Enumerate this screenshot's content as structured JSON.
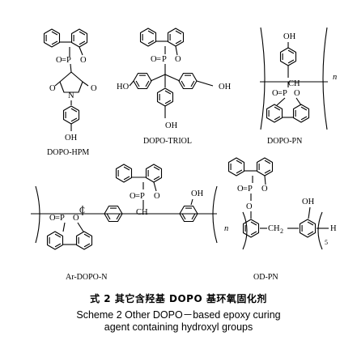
{
  "compounds": [
    {
      "name": "DOPO-HPM"
    },
    {
      "name": "DOPO-TRIOL"
    },
    {
      "name": "DOPO-PN"
    },
    {
      "name": "Ar-DOPO-N"
    },
    {
      "name": "OD-PN"
    }
  ],
  "atoms": {
    "O": "O",
    "P": "P",
    "N": "N",
    "OH": "OH",
    "HO": "HO",
    "H": "H",
    "C": "C",
    "double_bond": "=",
    "CH": "CH",
    "n": "n",
    "five": "5",
    "two": "2"
  },
  "caption": {
    "chinese": "式 2   其它含羟基 DOPO 基环氧固化剂",
    "english_line1": "Scheme 2   Other DOPO－based epoxy curing",
    "english_line2": "agent containing hydroxyl groups"
  }
}
